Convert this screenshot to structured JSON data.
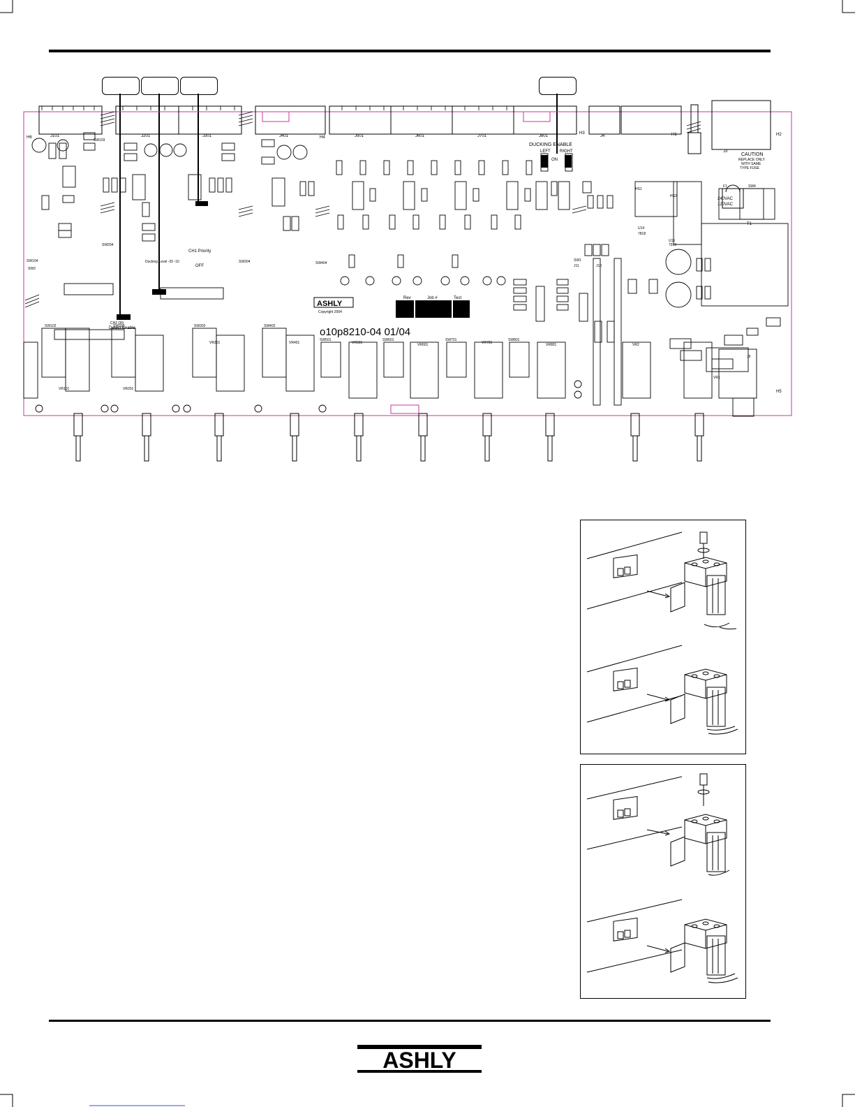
{
  "board": {
    "revision_code": "o10p8210-04  01/04",
    "maker": "ASHLY",
    "copyright": "Copyright 2004",
    "rev_labels": [
      "Rev",
      "Job #",
      "Test"
    ],
    "ducking_label": "Ducking Level -20  -10",
    "ch1_priority": "CH1 Priority",
    "ch1_off": "OFF",
    "detect_enable": "Detect Enable",
    "ch2_on": "CH2  ON",
    "duck_enable": "DUCKING ENABLE",
    "duck_left": "LEFT",
    "duck_right": "RIGHT",
    "duck_on": "ON",
    "caution_title": "CAUTION",
    "caution_body": [
      "REPLACE ONLY",
      "WITH SAME",
      "TYPE FUSE"
    ],
    "voltage": [
      "240VAC",
      "120VAC"
    ],
    "connectors": [
      "J101",
      "J201",
      "J301",
      "J401",
      "J501",
      "J601",
      "J701",
      "J801",
      "J4",
      "J3"
    ],
    "switch_labels": [
      "SW102",
      "SW202",
      "SW302",
      "SW402",
      "SW501",
      "SW601",
      "SW701",
      "SW801"
    ],
    "pot_labels": [
      "VR101",
      "VR201",
      "VR301",
      "VR401",
      "VR501",
      "VR601",
      "VR701",
      "VR801",
      "VR2",
      "VR1"
    ],
    "corner_labels": [
      "H6",
      "H5",
      "H4",
      "H3",
      "H2",
      "H1"
    ],
    "small_labels": [
      "SW103",
      "SW104",
      "SW204",
      "SW304",
      "SW404",
      "SW3",
      "SW1",
      "SW4",
      "U14",
      "7818",
      "U16",
      "7918",
      "T1",
      "F1",
      "HS1",
      "HS2",
      "J9",
      "J10",
      "J11"
    ]
  },
  "footer": {
    "logo_text": "ASHLY"
  },
  "colors": {
    "ink": "#000000",
    "board_outline": "#cc3399",
    "link": "#3355cc"
  }
}
